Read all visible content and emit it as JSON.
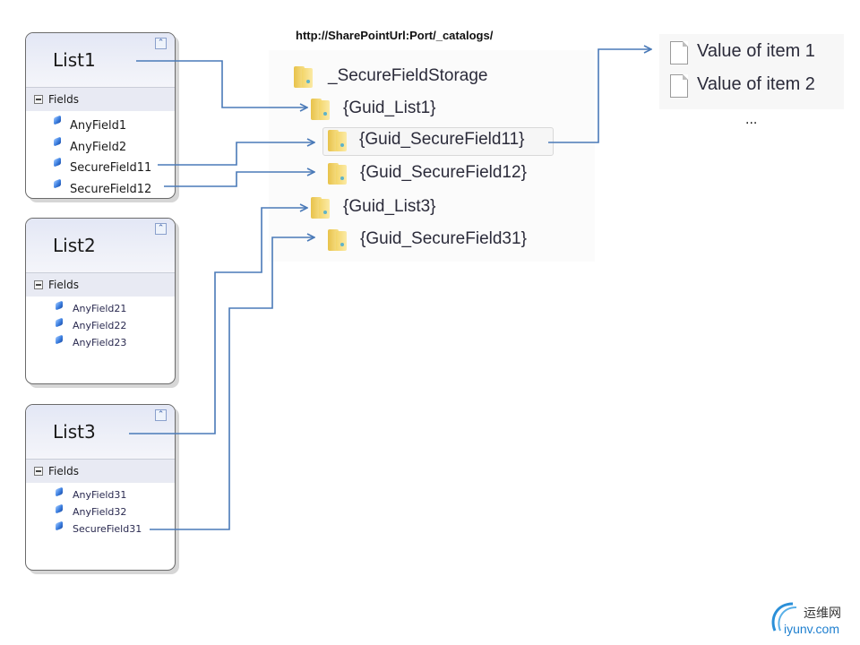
{
  "entities": [
    {
      "title": "List1",
      "section": "Fields",
      "fields": [
        "AnyField1",
        "AnyField2",
        "SecureField11",
        "SecureField12"
      ]
    },
    {
      "title": "List2",
      "section": "Fields",
      "fields": [
        "AnyField21",
        "AnyField22",
        "AnyField23"
      ]
    },
    {
      "title": "List3",
      "section": "Fields",
      "fields": [
        "AnyField31",
        "AnyField32",
        "SecureField31"
      ]
    }
  ],
  "storage": {
    "url": "http://SharePointUrl:Port/_catalogs/",
    "tree": [
      {
        "label": "_SecureFieldStorage",
        "icon": "folder-icon",
        "level": 0
      },
      {
        "label": "{Guid_List1}",
        "icon": "folder-icon",
        "level": 1
      },
      {
        "label": "{Guid_SecureField11}",
        "icon": "folder-icon",
        "level": 2,
        "selected": true
      },
      {
        "label": "{Guid_SecureField12}",
        "icon": "folder-icon",
        "level": 2
      },
      {
        "label": "{Guid_List3}",
        "icon": "folder-icon",
        "level": 1
      },
      {
        "label": "{Guid_SecureField31}",
        "icon": "folder-icon",
        "level": 2
      }
    ]
  },
  "values": {
    "items": [
      "Value of item 1",
      "Value of item 2"
    ],
    "more": "..."
  },
  "connections": [
    {
      "from": "List1",
      "to": "{Guid_List1}"
    },
    {
      "from": "SecureField11",
      "to": "{Guid_SecureField11}"
    },
    {
      "from": "SecureField12",
      "to": "{Guid_SecureField12}"
    },
    {
      "from": "List3",
      "to": "{Guid_List3}"
    },
    {
      "from": "SecureField31",
      "to": "{Guid_SecureField31}"
    },
    {
      "from": "{Guid_SecureField11}",
      "to": "Value of item 1"
    }
  ],
  "colors": {
    "connector": "#4a7ab8"
  },
  "watermark": {
    "cn": "运维网",
    "en": "iyunv.com"
  }
}
